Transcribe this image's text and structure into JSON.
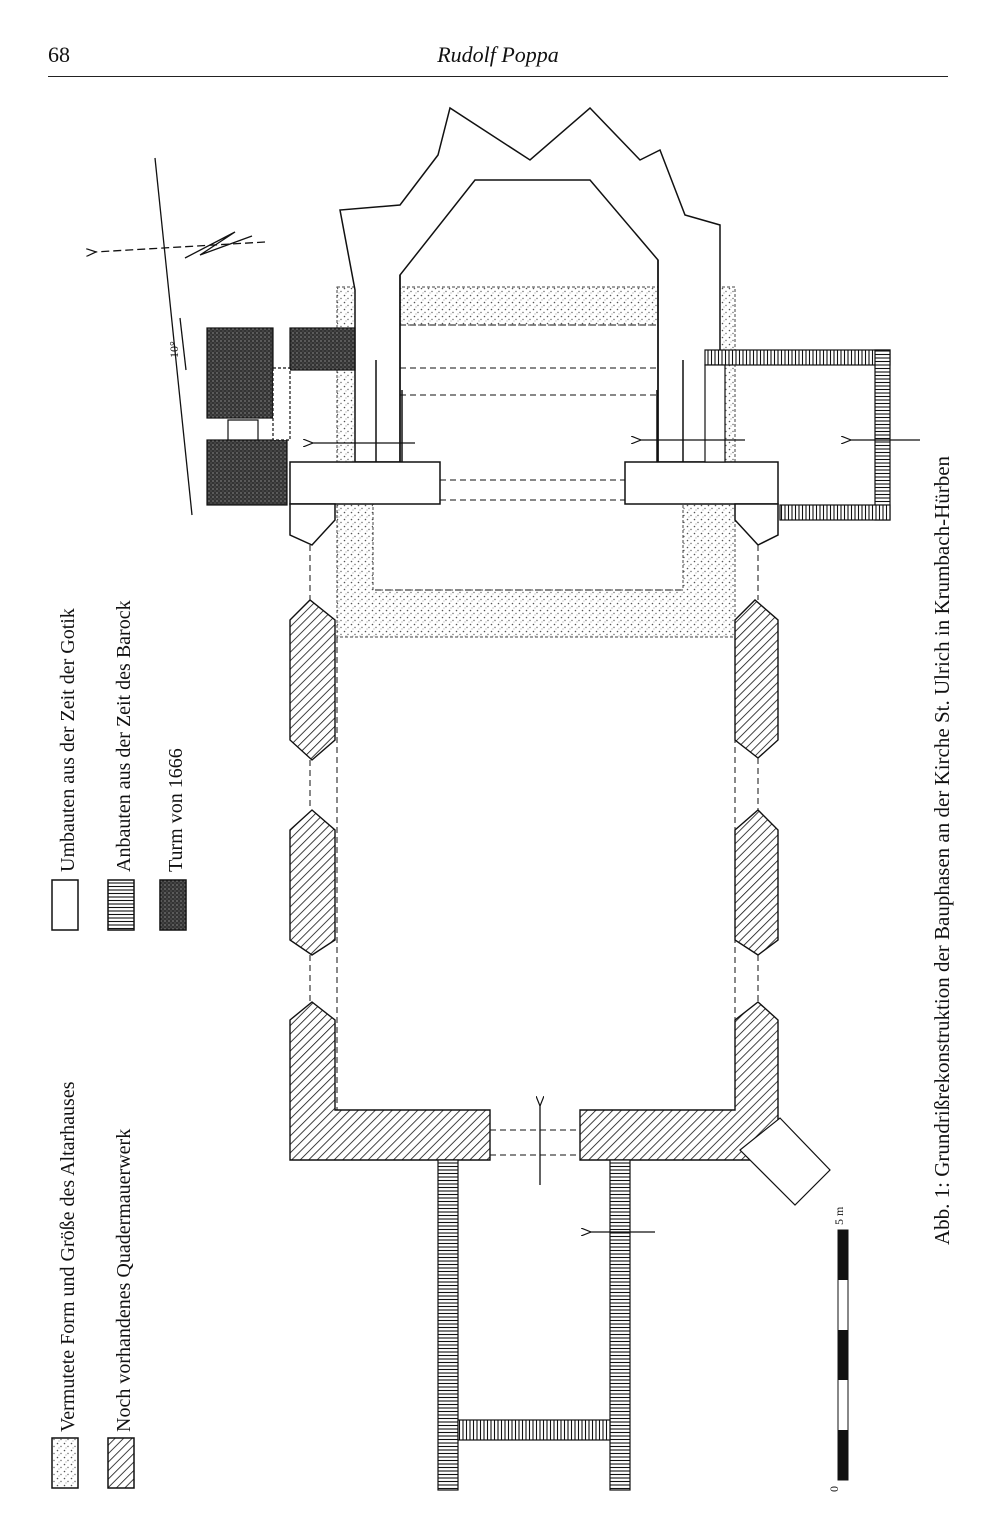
{
  "header": {
    "page_number": "68",
    "author": "Rudolf Poppa"
  },
  "legend": {
    "items": [
      {
        "label": "Vermutete Form und Größe des Altarhauses",
        "swatch": "dots"
      },
      {
        "label": "Noch vorhandenes Quadermauerwerk",
        "swatch": "diagonal-hatch"
      },
      {
        "label": "Umbauten aus der Zeit der Gotik",
        "swatch": "blank"
      },
      {
        "label": "Anbauten aus der Zeit des Barock",
        "swatch": "vertical-hatch"
      },
      {
        "label": "Turm von 1666",
        "swatch": "dark-stipple"
      }
    ]
  },
  "figure": {
    "caption": "Abb. 1: Grundrißrekonstruktion der Bauphasen an der Kirche St. Ulrich in Krumbach-Hürben",
    "angle_label": "10°",
    "north_arrow_icon": "north-arrow-icon",
    "scale_bar": {
      "zero_label": "0",
      "end_label": "5 m"
    }
  }
}
